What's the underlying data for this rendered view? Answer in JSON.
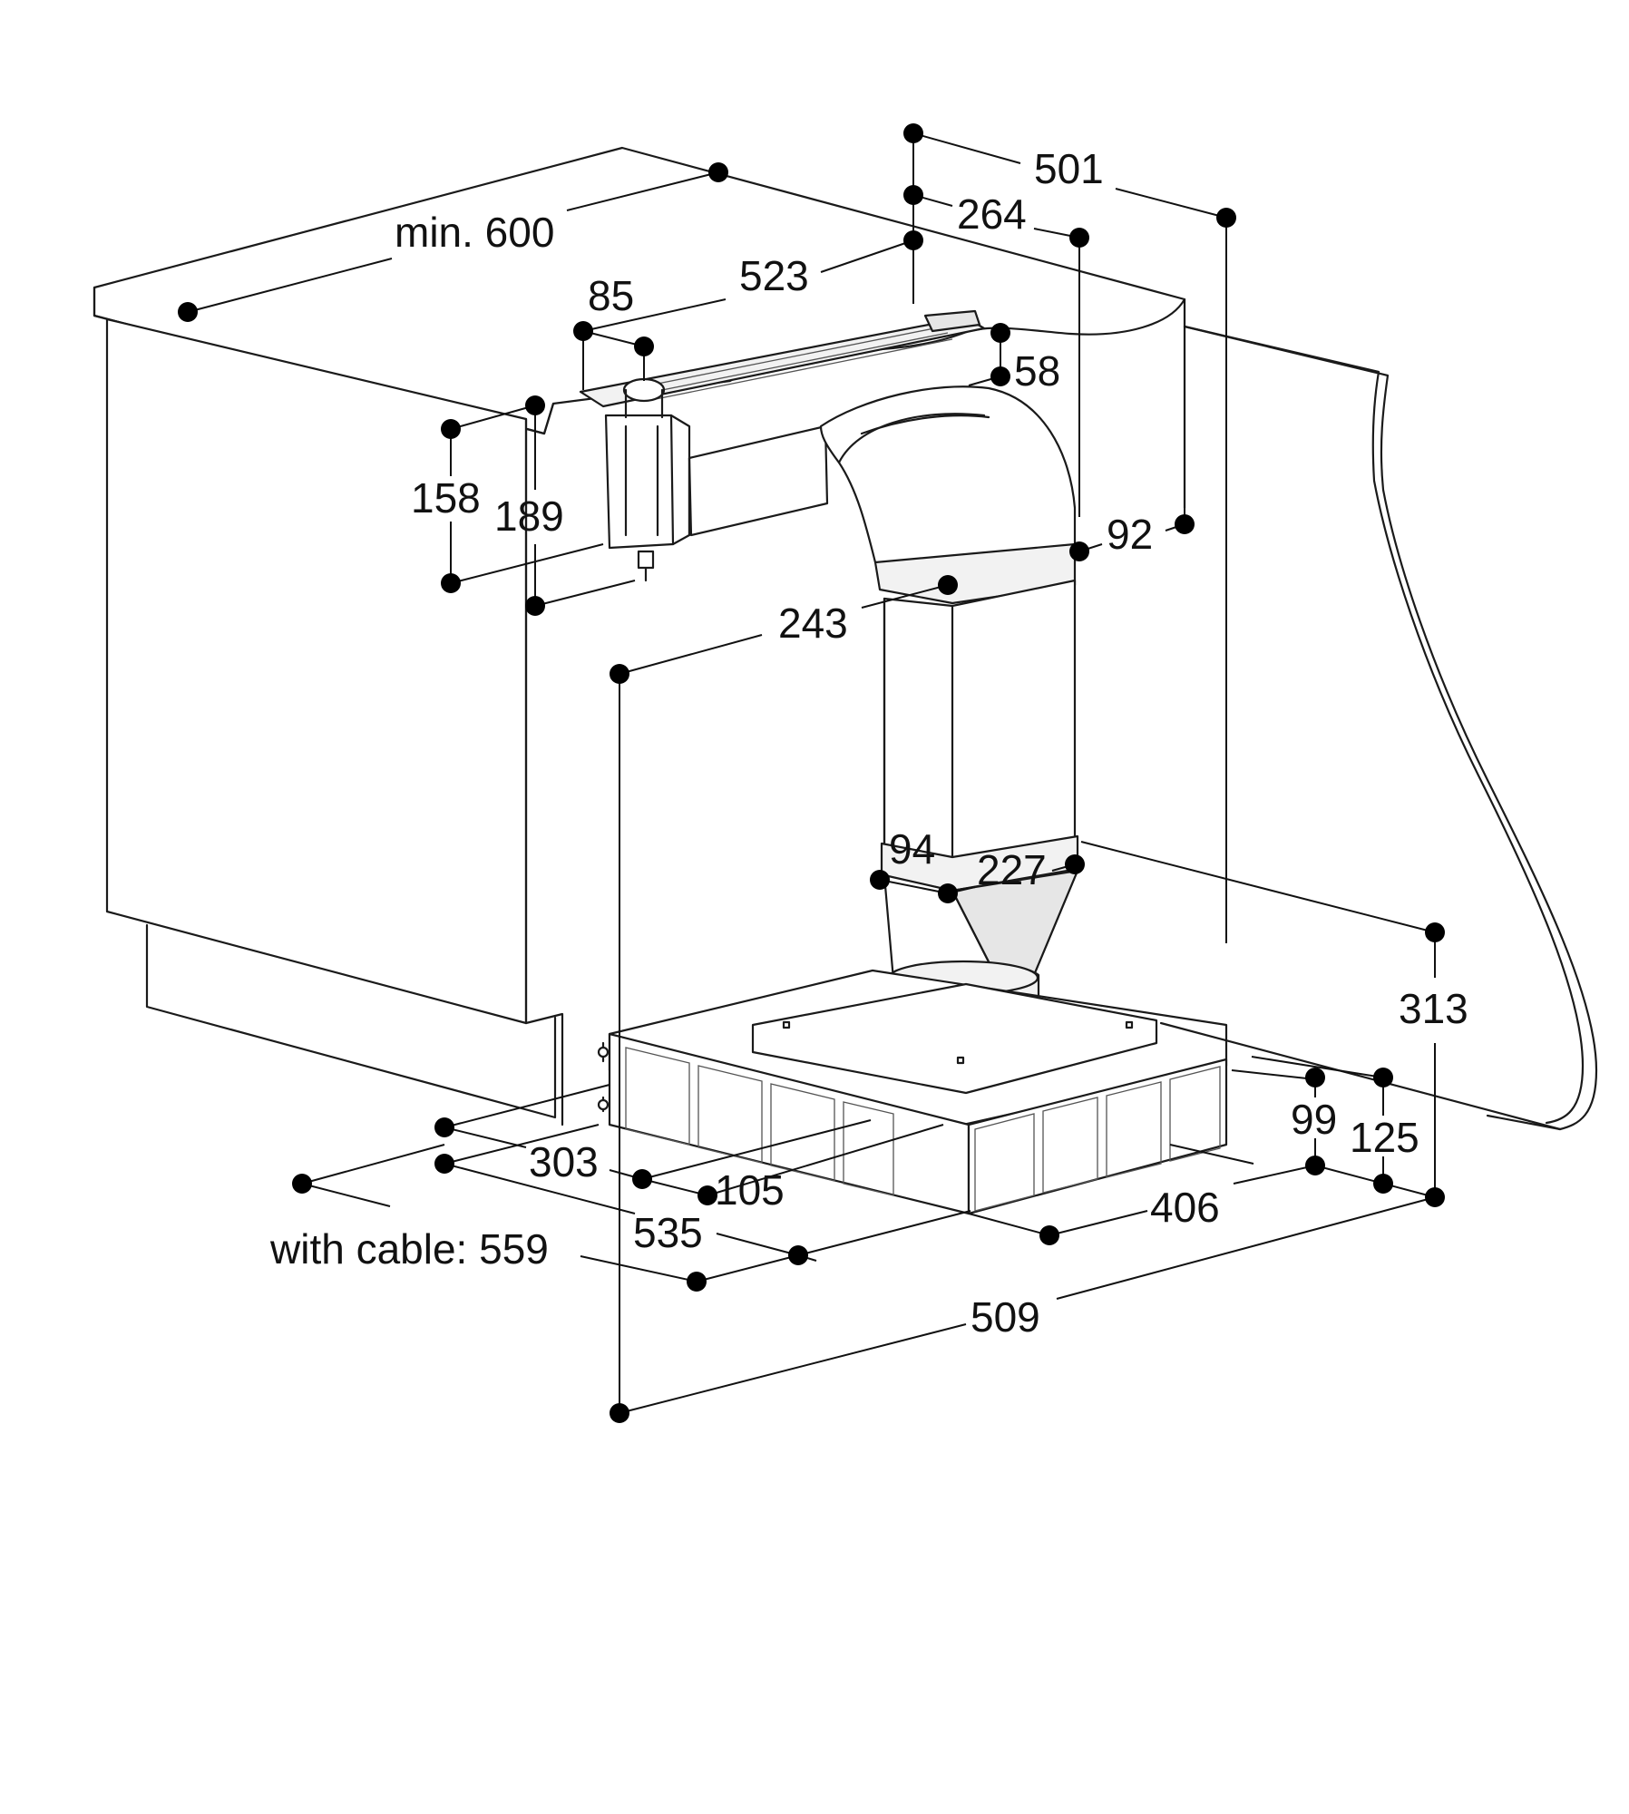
{
  "dimensions": {
    "countertop_depth": "min. 600",
    "vent_length": "523",
    "vent_width": "85",
    "total_height": "501",
    "duct_offset": "264",
    "clearance_58": "58",
    "duct_width_92": "92",
    "height_158": "158",
    "height_189": "189",
    "duct_depth_243": "243",
    "transition_94": "94",
    "transition_227": "227",
    "unit_height_313": "313",
    "outlet_99": "99",
    "outlet_125": "125",
    "base_depth_303": "303",
    "offset_105": "105",
    "base_width_406": "406",
    "base_length_535": "535",
    "with_cable": "with cable: 559",
    "overall_509": "509"
  }
}
